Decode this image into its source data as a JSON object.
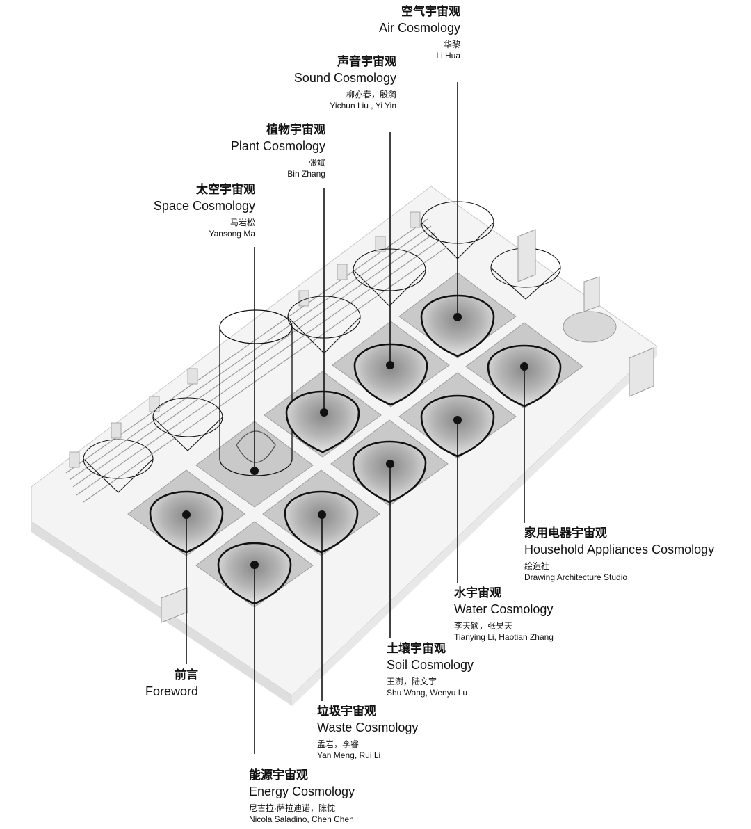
{
  "labels": {
    "air": {
      "zh": "空气宇宙观",
      "en": "Air Cosmology",
      "curator_zh": "华黎",
      "curator_en": "Li Hua"
    },
    "sound": {
      "zh": "声音宇宙观",
      "en": "Sound Cosmology",
      "curator_zh": "柳亦春，殷漪",
      "curator_en": "Yichun Liu , Yi Yin"
    },
    "plant": {
      "zh": "植物宇宙观",
      "en": "Plant Cosmology",
      "curator_zh": "张斌",
      "curator_en": "Bin Zhang"
    },
    "space": {
      "zh": "太空宇宙观",
      "en": "Space Cosmology",
      "curator_zh": "马岩松",
      "curator_en": "Yansong Ma"
    },
    "household": {
      "zh": "家用电器宇宙观",
      "en": "Household Appliances Cosmology",
      "curator_zh": "绘造社",
      "curator_en": "Drawing Architecture Studio"
    },
    "water": {
      "zh": "水宇宙观",
      "en": "Water Cosmology",
      "curator_zh": "李天颖，张昊天",
      "curator_en": "Tianying Li, Haotian Zhang"
    },
    "soil": {
      "zh": "土壤宇宙观",
      "en": "Soil Cosmology",
      "curator_zh": "王澍，陆文宇",
      "curator_en": "Shu Wang, Wenyu Lu"
    },
    "foreword": {
      "zh": "前言",
      "en": "Foreword"
    },
    "waste": {
      "zh": "垃圾宇宙观",
      "en": "Waste Cosmology",
      "curator_zh": "孟岩，李睿",
      "curator_en": "Yan Meng, Rui Li"
    },
    "energy": {
      "zh": "能源宇宙观",
      "en": "Energy Cosmology",
      "curator_zh": "尼古拉·萨拉迪诺，陈忱",
      "curator_en": "Nicola Saladino, Chen Chen"
    }
  },
  "colors": {
    "line": "#111111",
    "floor": "#f6f6f6",
    "wall": "#dcdcdc",
    "pit": "#bdbdbd",
    "ink": "#111111"
  }
}
